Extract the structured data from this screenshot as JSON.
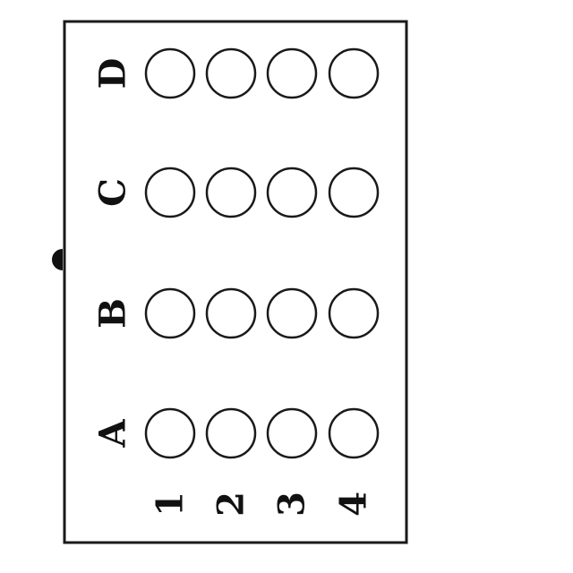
{
  "plate": {
    "row_labels": [
      "D",
      "C",
      "B",
      "A"
    ],
    "column_labels": [
      "1",
      "2",
      "3",
      "4"
    ],
    "wells": [
      {
        "row": "D",
        "column": "1"
      },
      {
        "row": "D",
        "column": "2"
      },
      {
        "row": "D",
        "column": "3"
      },
      {
        "row": "D",
        "column": "4"
      },
      {
        "row": "C",
        "column": "1"
      },
      {
        "row": "C",
        "column": "2"
      },
      {
        "row": "C",
        "column": "3"
      },
      {
        "row": "C",
        "column": "4"
      },
      {
        "row": "B",
        "column": "1"
      },
      {
        "row": "B",
        "column": "2"
      },
      {
        "row": "B",
        "column": "3"
      },
      {
        "row": "B",
        "column": "4"
      },
      {
        "row": "A",
        "column": "1"
      },
      {
        "row": "A",
        "column": "2"
      },
      {
        "row": "A",
        "column": "3"
      },
      {
        "row": "A",
        "column": "4"
      }
    ]
  },
  "colors": {
    "stroke": "#1a1a1a",
    "background": "#ffffff"
  }
}
